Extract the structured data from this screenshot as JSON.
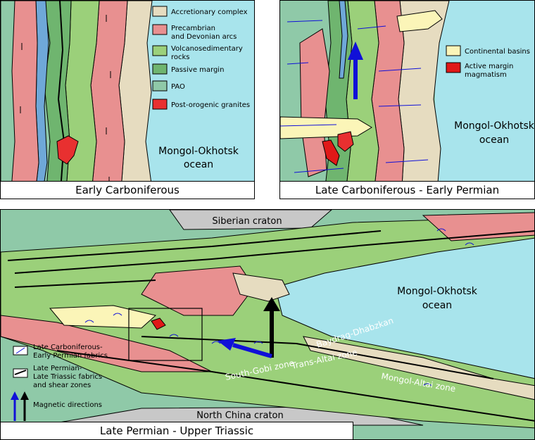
{
  "panels": {
    "early": {
      "caption": "Early Carboniferous",
      "ocean_label_1": "Mongol-Okhotsk",
      "ocean_label_2": "ocean"
    },
    "late_carb": {
      "caption": "Late Carboniferous - Early Permian",
      "ocean_label_1": "Mongol-Okhotsk",
      "ocean_label_2": "ocean"
    },
    "late_perm": {
      "caption": "Late Permian - Upper Triassic",
      "siberian": "Siberian craton",
      "north_china": "North China craton",
      "ocean_label_1": "Mongol-Okhotsk",
      "ocean_label_2": "ocean",
      "zone_south_gobi": "South-Gobi zone",
      "zone_trans_altai": "Trans-Altai zone",
      "zone_baydrag": "Baydrag-Dhabzkan",
      "zone_mongol_altai": "Mongol-Altai zone"
    }
  },
  "legend_main": {
    "items": [
      {
        "label": "Accretionary complex",
        "color": "#e6dcc0"
      },
      {
        "label": "Precambrian",
        "label2": "and Devonian arcs",
        "color": "#e89090"
      },
      {
        "label": "Volcanosedimentary",
        "label2": "rocks",
        "color": "#9bd07a"
      },
      {
        "label": "Passive margin",
        "color": "#6fa8d8"
      },
      {
        "label": "PAO",
        "color": "#8fc9a8"
      },
      {
        "label": "Post-orogenic granites",
        "color": "#e83030"
      }
    ]
  },
  "legend_late_carb": {
    "items": [
      {
        "label": "Continental basins",
        "color": "#fbf5b8"
      },
      {
        "label": "Active margin",
        "label2": "magmatism",
        "color": "#e01818"
      }
    ]
  },
  "legend_bottom": {
    "fabric1_a": "Late Carboniferous-",
    "fabric1_b": "Early Permian fabrics",
    "fabric2_a": "Late Permian-",
    "fabric2_b": "Late Triassic fabrics",
    "fabric2_c": "and shear zones",
    "magnetic": "Magnetic directions"
  },
  "colors": {
    "ocean": "#a8e4ec",
    "pao": "#8fc9a8",
    "craton": "#c8c8c8",
    "arrow_blue": "#1010d8",
    "arrow_black": "#000000"
  }
}
